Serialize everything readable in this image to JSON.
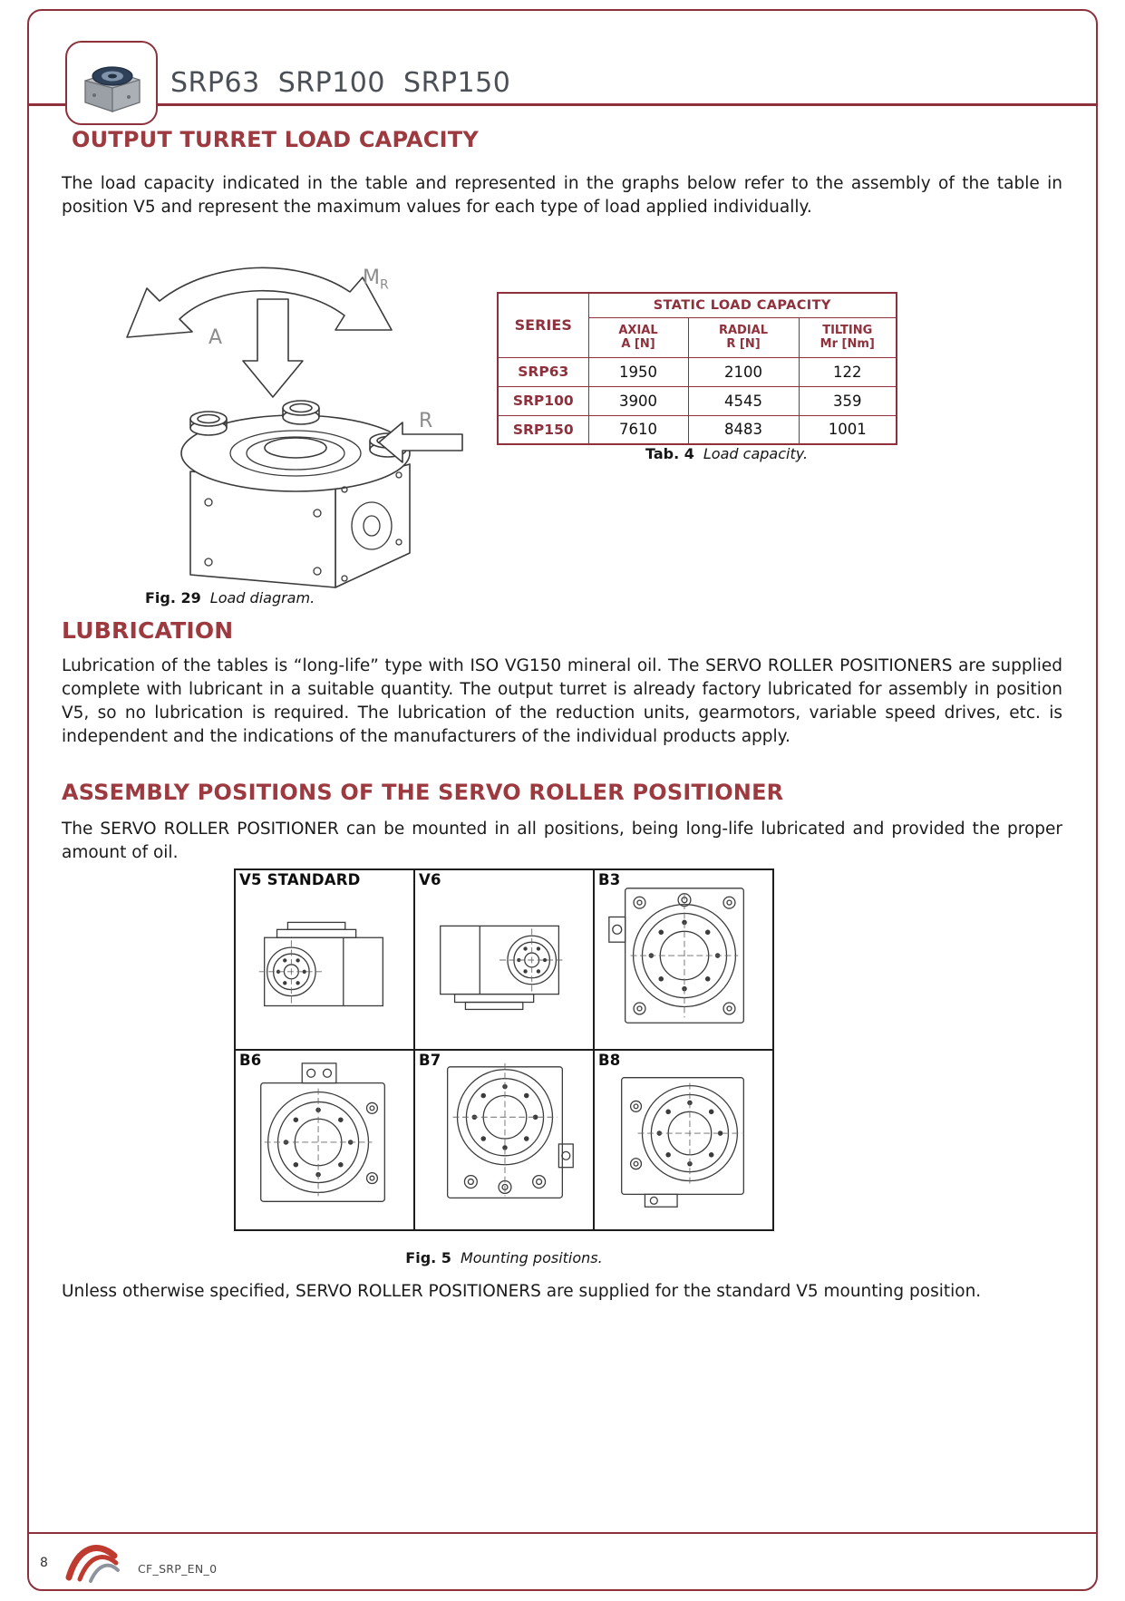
{
  "colors": {
    "accent": "#8e313c",
    "heading": "#9c3a40",
    "title_gray": "#4b4f56",
    "text": "#1b1b1b"
  },
  "icons": {
    "brand_photo": "product-photo-icon",
    "footer_logo": "brand-swoosh-icon"
  },
  "header": {
    "title": "SRP63  SRP100  SRP150"
  },
  "sections": {
    "output_turret": {
      "heading": "OUTPUT TURRET LOAD CAPACITY",
      "body": "The load capacity indicated in the table and represented in the graphs below refer to the assembly of the table in position V5 and represent the maximum values for each type of load applied individually."
    },
    "lubrication": {
      "heading": "LUBRICATION",
      "body": "Lubrication of the tables is “long-life” type with ISO VG150 mineral oil. The SERVO ROLLER POSITIONERS are supplied complete with lubricant in a suitable quantity. The output turret is already factory lubricated for assembly in position V5, so no lubrication is required. The lubrication of the reduction units, gearmotors, variable speed drives, etc. is independent and the indications of the manufacturers of the individual products apply."
    },
    "assembly": {
      "heading": "ASSEMBLY POSITIONS OF THE SERVO ROLLER POSITIONER",
      "body": "The SERVO ROLLER POSITIONER can be mounted in all positions, being long-life lubricated and provided the proper amount of oil.",
      "closing": "Unless otherwise specified, SERVO ROLLER POSITIONERS are supplied for the standard V5 mounting position."
    }
  },
  "figure29": {
    "label": "Fig. 29",
    "caption": "Load diagram.",
    "annotations": {
      "moment_main": "M",
      "moment_sub": "R",
      "axial": "A",
      "radial": "R"
    }
  },
  "load_table": {
    "title": "STATIC LOAD CAPACITY",
    "series_header": "SERIES",
    "columns": [
      {
        "label": "AXIAL",
        "unit": "A [N]"
      },
      {
        "label": "RADIAL",
        "unit": "R [N]"
      },
      {
        "label": "TILTING",
        "unit": "Mr [Nm]"
      }
    ],
    "rows": [
      {
        "series": "SRP63",
        "values": [
          "1950",
          "2100",
          "122"
        ]
      },
      {
        "series": "SRP100",
        "values": [
          "3900",
          "4545",
          "359"
        ]
      },
      {
        "series": "SRP150",
        "values": [
          "7610",
          "8483",
          "1001"
        ]
      }
    ],
    "caption_label": "Tab. 4",
    "caption": "Load capacity."
  },
  "mounting": {
    "cells": [
      {
        "label": "V5 STANDARD"
      },
      {
        "label": "V6"
      },
      {
        "label": "B3"
      },
      {
        "label": "B6"
      },
      {
        "label": "B7"
      },
      {
        "label": "B8"
      }
    ],
    "caption_label": "Fig. 5",
    "caption": "Mounting positions."
  },
  "footer": {
    "page_number": "8",
    "doc_code": "CF_SRP_EN_0"
  }
}
